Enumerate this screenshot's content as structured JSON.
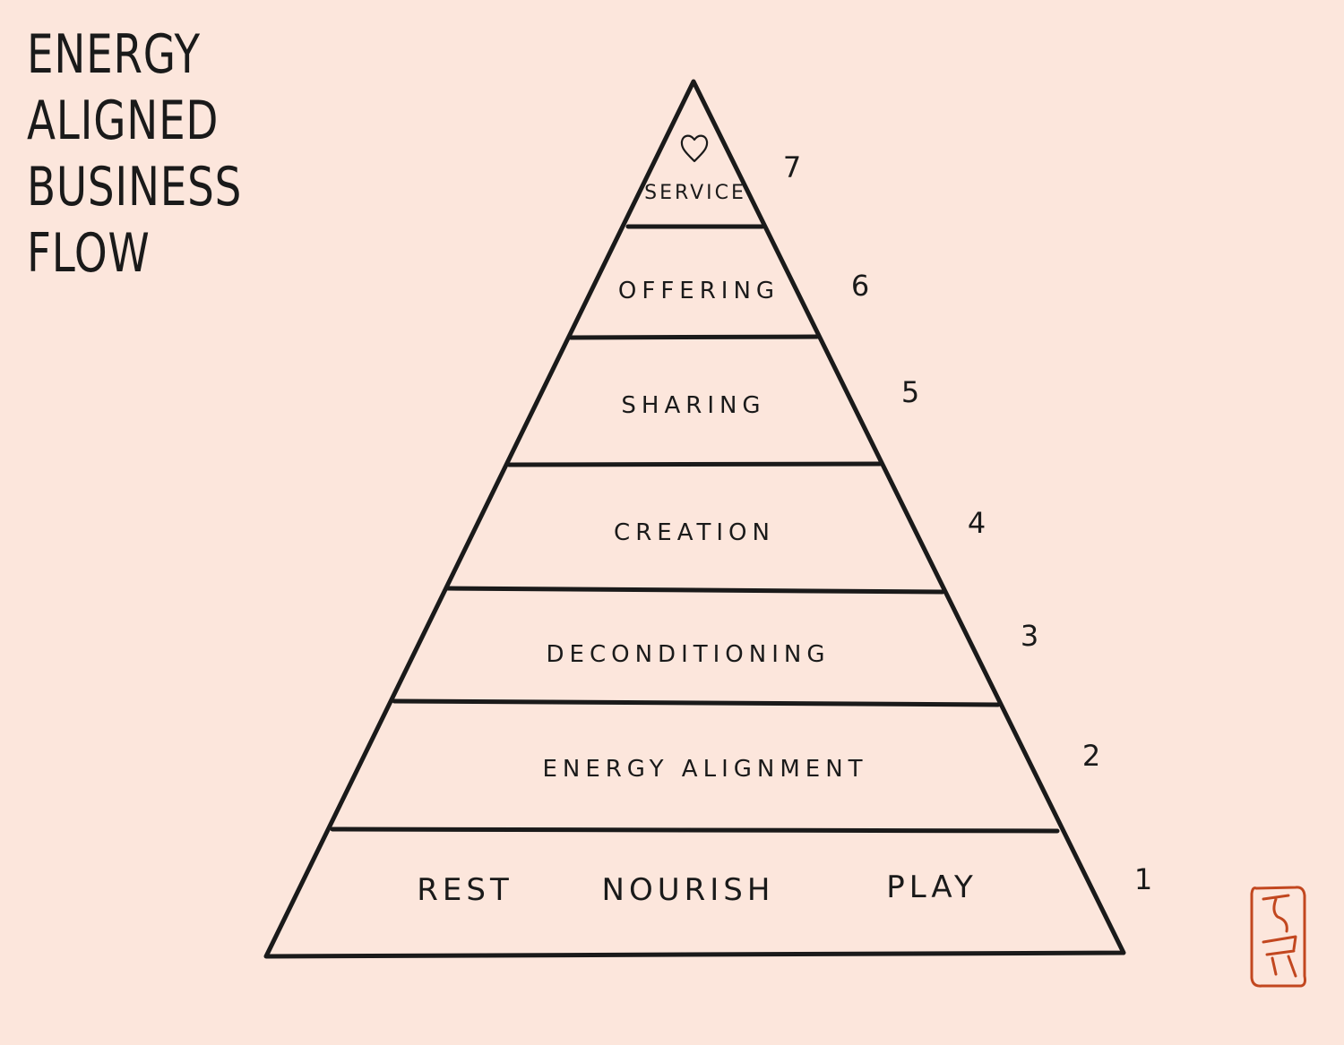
{
  "title": {
    "line1": "ENERGY",
    "line2": "ALIGNED",
    "line3": "BUSINESS",
    "line4": "FLOW"
  },
  "levels": [
    {
      "number": "7",
      "label": "SERVICE"
    },
    {
      "number": "6",
      "label": "OFFERING"
    },
    {
      "number": "5",
      "label": "SHARING"
    },
    {
      "number": "4",
      "label": "CREATION"
    },
    {
      "number": "3",
      "label": "DECONDITIONING"
    },
    {
      "number": "2",
      "label": "ENERGY ALIGNMENT"
    },
    {
      "number": "1",
      "labels": [
        "REST",
        "NOURISH",
        "PLAY"
      ]
    }
  ],
  "icons": {
    "top": "heart-icon",
    "signature": "signature-seal"
  },
  "colors": {
    "background": "#fce6dc",
    "ink": "#1a1a1a",
    "seal": "#c2471f"
  }
}
